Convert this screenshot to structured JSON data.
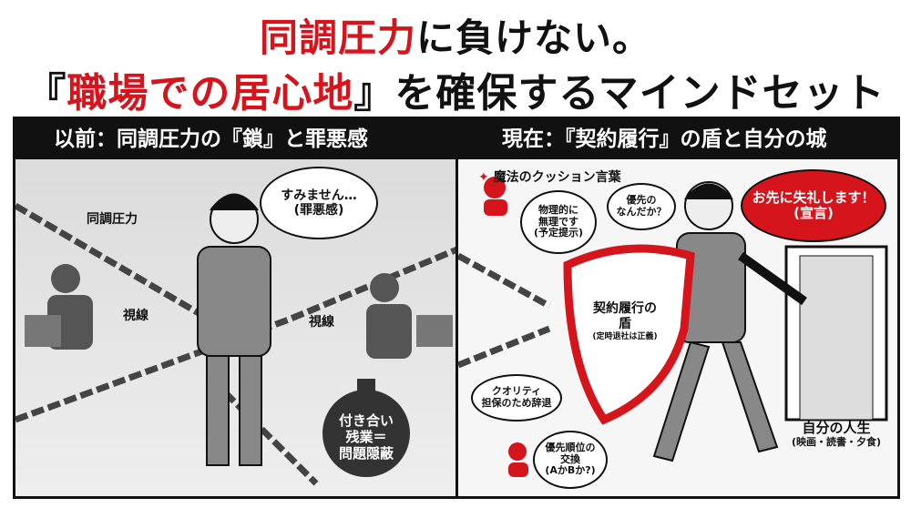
{
  "title": {
    "line1_red": "同調圧力",
    "line1_rest": "に負けない。",
    "line2_open": "『",
    "line2_red": "職場での居心地",
    "line2_close": "』",
    "line2_rest": "を確保するマインドセット"
  },
  "left_panel": {
    "heading": "以前：同調圧力の『鎖』と罪悪感",
    "label_pressure": "同調圧力",
    "label_gaze_left": "視線",
    "label_gaze_right": "視線",
    "speech_line1": "すみません…",
    "speech_line2": "(罪悪感)",
    "weight_line1": "付き合い",
    "weight_line2": "残業＝",
    "weight_line3": "問題隠蔽"
  },
  "right_panel": {
    "heading": "現在：『契約履行』の盾と自分の城",
    "cushion_title": "魔法のクッション言葉",
    "bubble_physical": [
      "物理的に",
      "無理です",
      "(予定提示)"
    ],
    "bubble_priority": [
      "優先の",
      "なんだか？"
    ],
    "bubble_declare": [
      "お先に失礼します！",
      "(宣言)"
    ],
    "shield": [
      "契約履行の",
      "盾",
      "(定時退社は正義)"
    ],
    "bubble_quality": [
      "クオリティ",
      "担保のため辞退"
    ],
    "bubble_swap": [
      "優先順位の",
      "交換",
      "(AかBか?)"
    ],
    "life": [
      "自分の人生",
      "(映画・読書・夕食)"
    ]
  },
  "colors": {
    "accent": "#d5141b",
    "dark": "#111111"
  }
}
